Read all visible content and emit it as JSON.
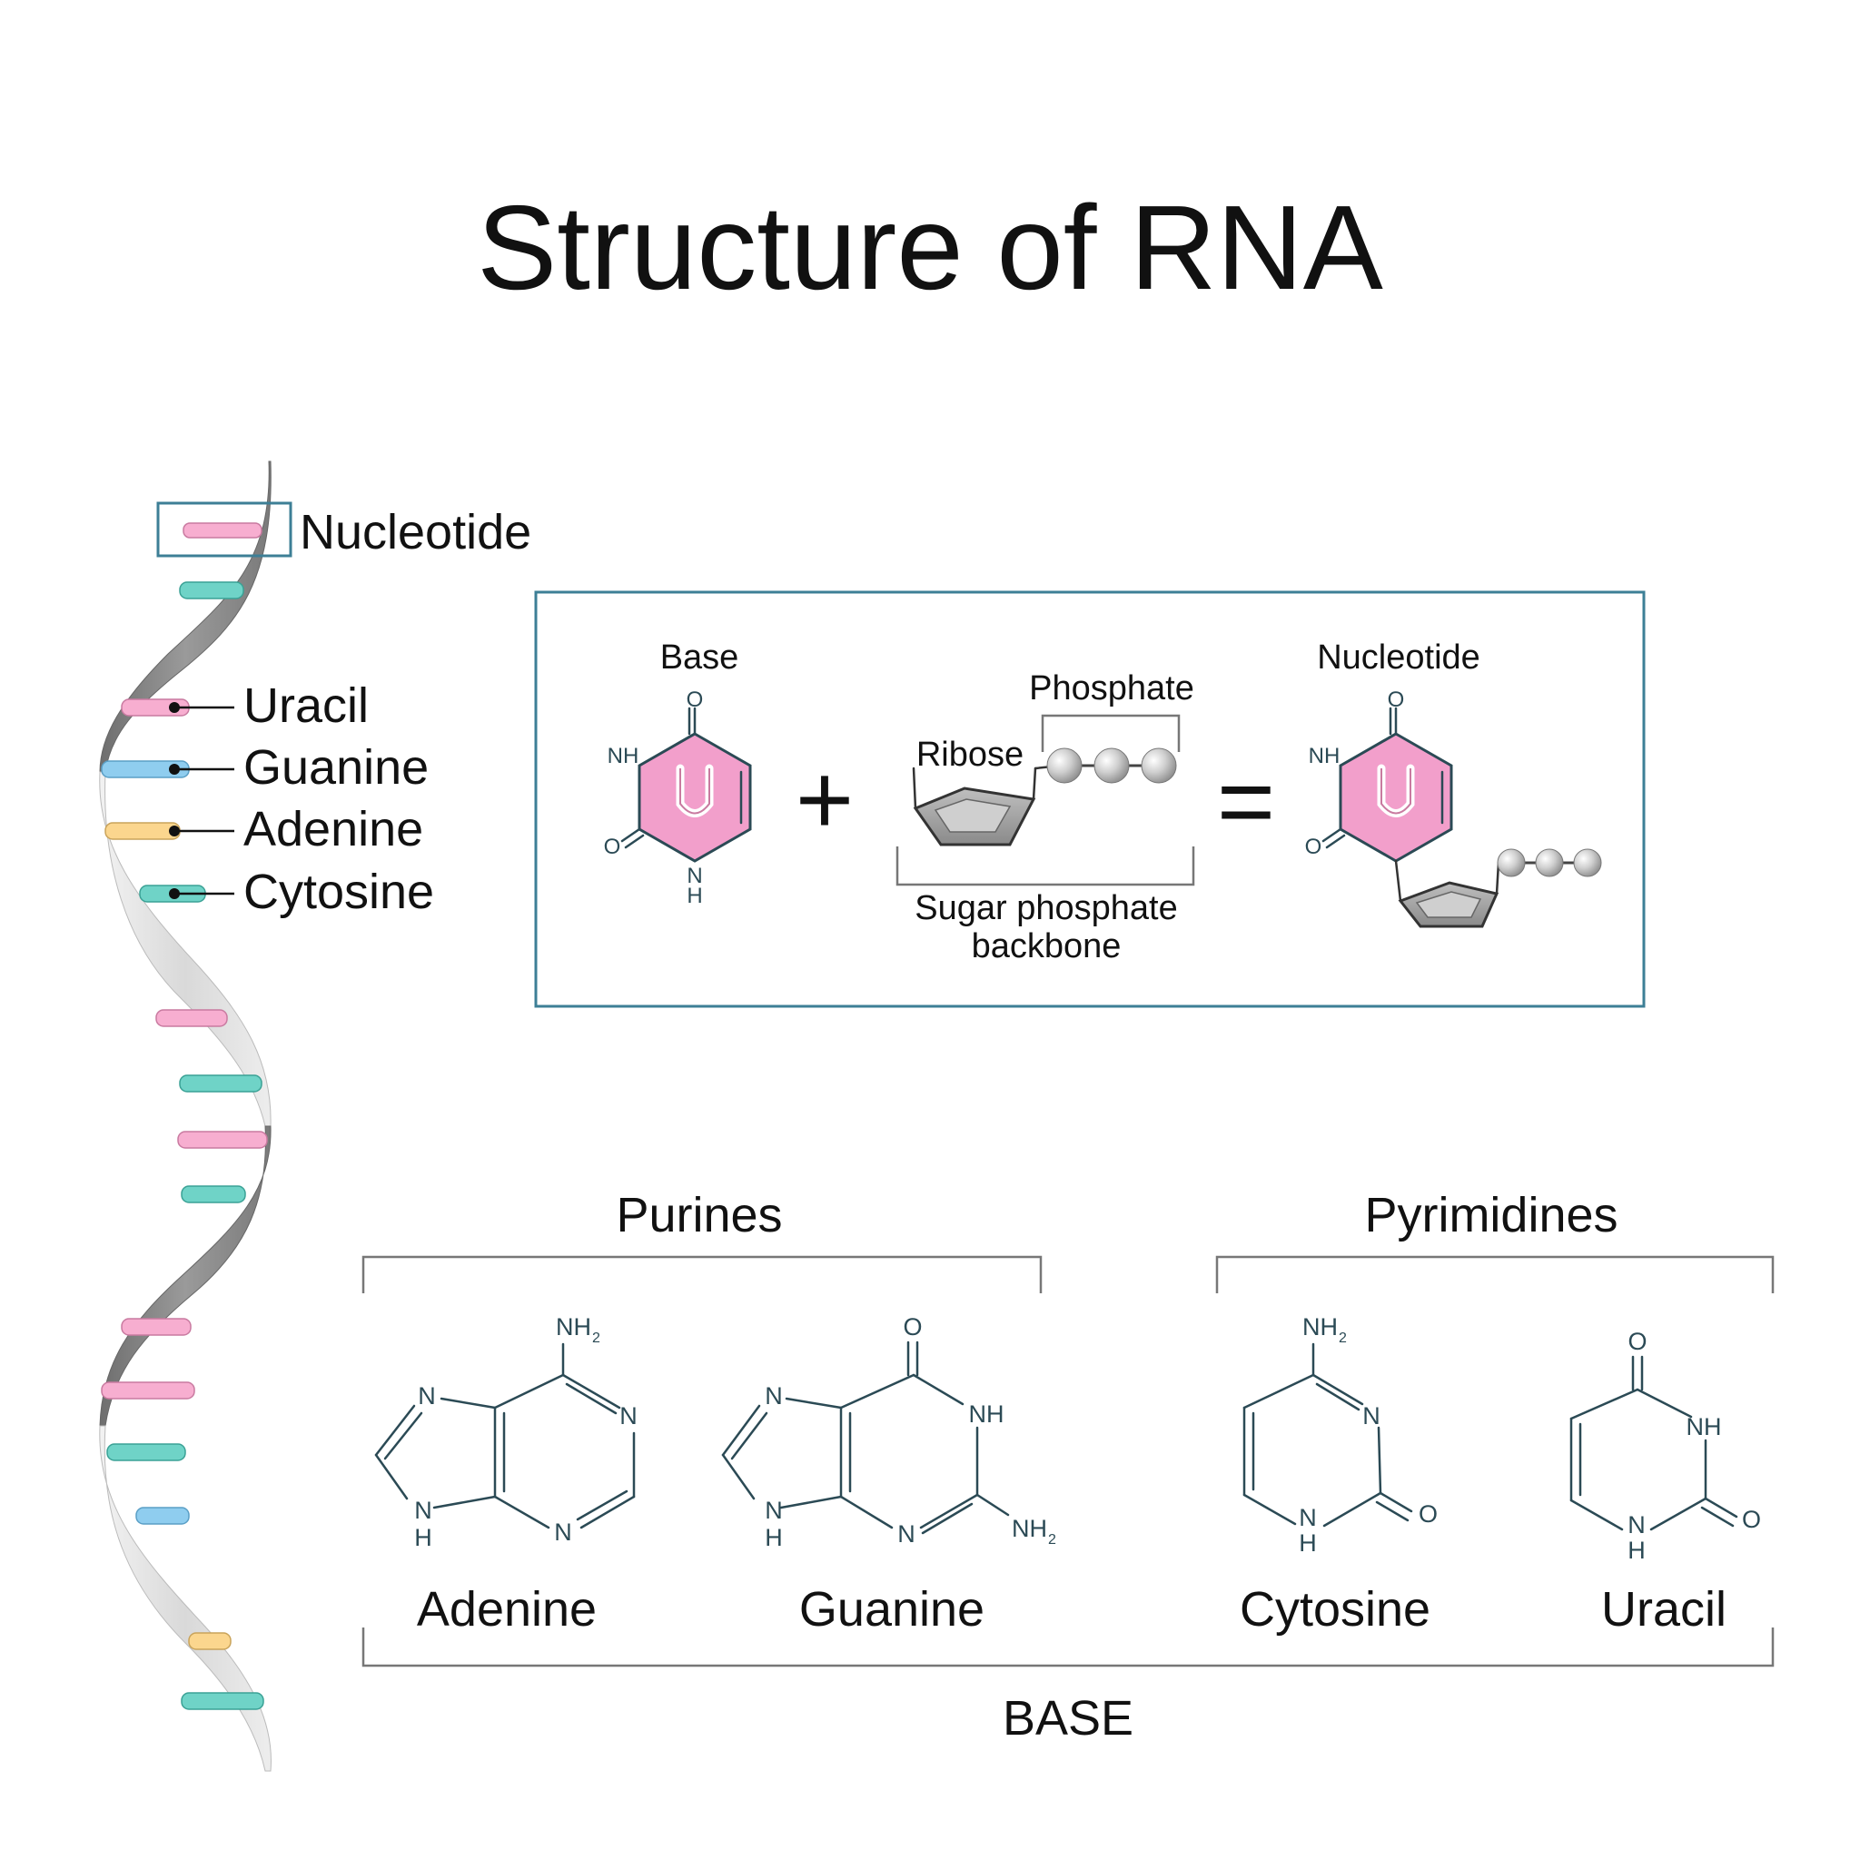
{
  "title": "Structure of RNA",
  "helix_labels": {
    "nucleotide": "Nucleotide",
    "uracil": "Uracil",
    "guanine": "Guanine",
    "adenine": "Adenine",
    "cytosine": "Cytosine"
  },
  "equation": {
    "base": "Base",
    "phosphate": "Phosphate",
    "ribose": "Ribose",
    "backbone_line1": "Sugar phosphate",
    "backbone_line2": "backbone",
    "nucleotide": "Nucleotide",
    "plus": "+",
    "equals": "=",
    "base_letter": "U",
    "atoms": {
      "o": "O",
      "nh": "NH",
      "n": "N",
      "h": "H"
    }
  },
  "bases": {
    "purines": "Purines",
    "pyrimidines": "Pyrimidines",
    "base": "BASE",
    "adenine": "Adenine",
    "guanine": "Guanine",
    "cytosine": "Cytosine",
    "uracil": "Uracil",
    "atoms": {
      "n": "N",
      "nh": "NH",
      "nh2": "NH",
      "sub2": "2",
      "o": "O",
      "h": "H"
    }
  },
  "colors": {
    "uracil": "#f7aed0",
    "guanine": "#8fcdef",
    "adenine": "#fbd68e",
    "cytosine": "#6fd3c7",
    "backbone_dark": "#8a8a8a",
    "backbone_light": "#e2e2e2",
    "frame": "#3d7f96",
    "base_ring": "#f29fcb"
  }
}
